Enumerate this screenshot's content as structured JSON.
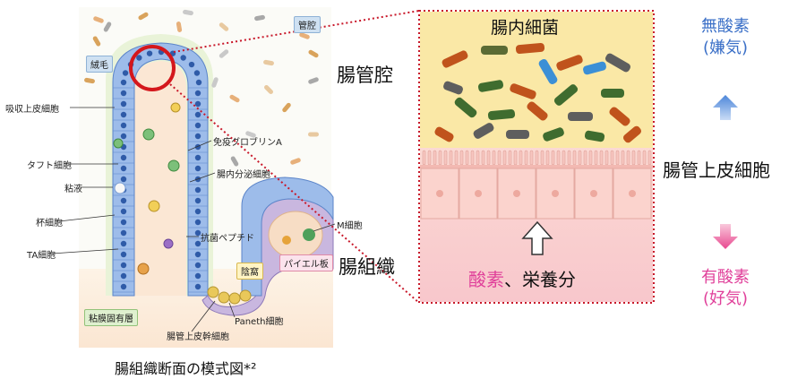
{
  "left_diagram": {
    "labels": {
      "lumen_tag": "管腔",
      "villus_tag": "絨毛",
      "absorptive": "吸収上皮細胞",
      "tuft": "タフト細胞",
      "mucus": "粘液",
      "goblet": "杯細胞",
      "ta": "TA細胞",
      "immunoglobulin": "免疫グロブリンA",
      "enteroendocrine": "腸内分泌細胞",
      "antimicrobial": "抗菌ペプチド",
      "m_cell": "M細胞",
      "peyer": "パイエル板",
      "crypt": "陰窩",
      "paneth": "Paneth細胞",
      "lamina": "粘膜固有層",
      "stem": "腸管上皮幹細胞"
    },
    "caption": "腸組織断面の模式図*²"
  },
  "middle": {
    "lumen": "腸管腔",
    "tissue": "腸組織"
  },
  "detail_panel": {
    "bacteria_title": "腸内細菌",
    "oxygen_text": "酸素",
    "nutrient_text": "、栄養分"
  },
  "right_column": {
    "anaerobic_line1": "無酸素",
    "anaerobic_line2": "(嫌気)",
    "epithelium": "腸管上皮細胞",
    "aerobic_line1": "有酸素",
    "aerobic_line2": "(好気)"
  },
  "colors": {
    "blue_accent": "#3a6fc7",
    "pink_accent": "#e0409a",
    "highlight_red": "#d4171c",
    "bacteria_bg": "#fae8a6",
    "tissue_bg": "#fbd3d3"
  },
  "icons": [
    "arrow-up-icon",
    "arrow-down-icon",
    "hollow-up-arrow-icon",
    "highlight-circle-icon"
  ]
}
